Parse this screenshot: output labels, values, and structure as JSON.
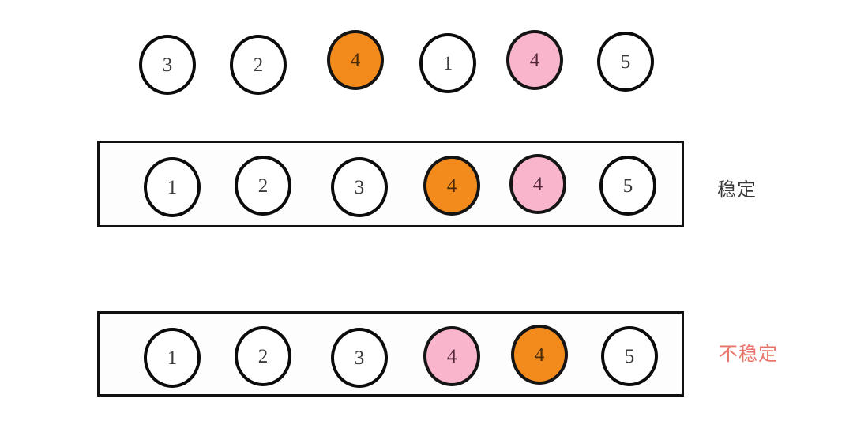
{
  "diagram": {
    "title": "sorting-stability-illustration",
    "background_color": "#ffffff",
    "colors": {
      "orange": "#f28b1c",
      "pink": "#f9b5cc",
      "white": "#ffffff",
      "outline": "#0b0b0b",
      "box_outline": "#111111",
      "stable_label": "#3a3a3a",
      "unstable_label": "#e8756a"
    },
    "rows": [
      {
        "name": "input-row",
        "boxed": false,
        "label": "",
        "items": [
          {
            "value": "3",
            "fill": "white"
          },
          {
            "value": "2",
            "fill": "white"
          },
          {
            "value": "4",
            "fill": "orange"
          },
          {
            "value": "1",
            "fill": "white"
          },
          {
            "value": "4",
            "fill": "pink"
          },
          {
            "value": "5",
            "fill": "white"
          }
        ]
      },
      {
        "name": "stable-row",
        "boxed": true,
        "label": "稳定",
        "items": [
          {
            "value": "1",
            "fill": "white"
          },
          {
            "value": "2",
            "fill": "white"
          },
          {
            "value": "3",
            "fill": "white"
          },
          {
            "value": "4",
            "fill": "orange"
          },
          {
            "value": "4",
            "fill": "pink"
          },
          {
            "value": "5",
            "fill": "white"
          }
        ]
      },
      {
        "name": "unstable-row",
        "boxed": true,
        "label": "不稳定",
        "items": [
          {
            "value": "1",
            "fill": "white"
          },
          {
            "value": "2",
            "fill": "white"
          },
          {
            "value": "3",
            "fill": "white"
          },
          {
            "value": "4",
            "fill": "pink"
          },
          {
            "value": "4",
            "fill": "orange"
          },
          {
            "value": "5",
            "fill": "white"
          }
        ]
      }
    ]
  }
}
